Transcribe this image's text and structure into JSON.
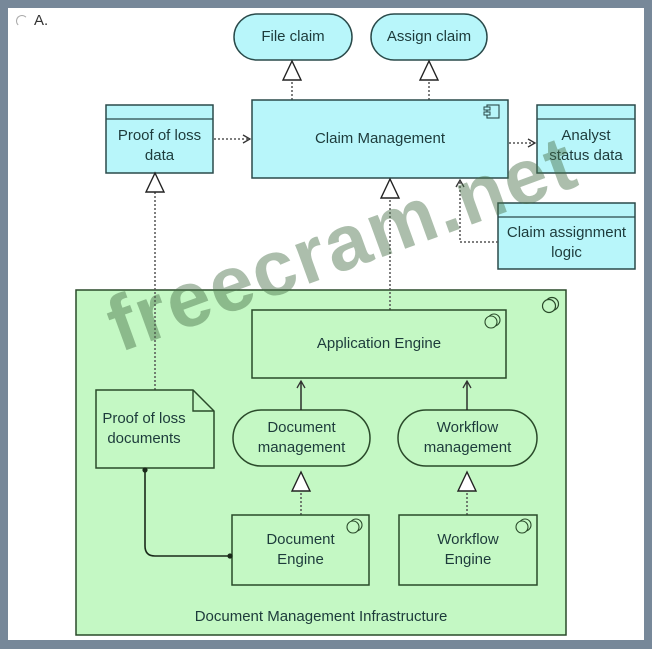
{
  "option": {
    "label": "A."
  },
  "colors": {
    "application_fill": "#b8f6fa",
    "technology_fill": "#c4f8c4",
    "stroke": "#2a4a2a",
    "background_frame": "#778899"
  },
  "elements": {
    "file_claim": "File claim",
    "assign_claim": "Assign claim",
    "proof_of_loss_data": "Proof of loss data",
    "claim_management": "Claim Management",
    "analyst_status_data": "Analyst status data",
    "claim_assignment_logic": "Claim assignment logic",
    "infrastructure": "Document Management Infrastructure",
    "application_engine": "Application Engine",
    "proof_of_loss_documents": "Proof of loss documents",
    "document_management": "Document management",
    "workflow_management": "Workflow management",
    "document_engine": "Document Engine",
    "workflow_engine": "Workflow Engine"
  },
  "watermark": "freecram.net"
}
